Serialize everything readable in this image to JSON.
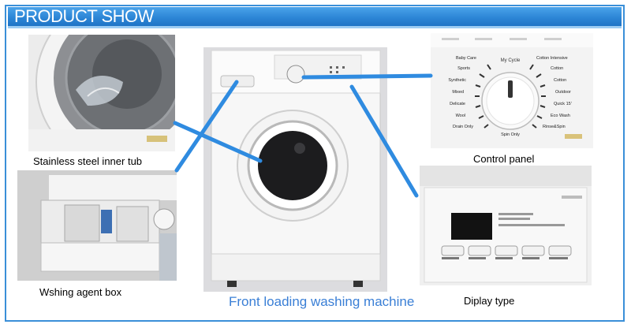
{
  "header": {
    "title": "PRODUCT SHOW"
  },
  "captions": {
    "inner_tub": "Stainless steel inner tub",
    "control_panel": "Control panel",
    "agent_box": "Wshing agent box",
    "display": "Diplay type",
    "main": "Front loading washing machine"
  },
  "dial": {
    "center_label": "My Cycle",
    "left_programs": [
      "Baby Care",
      "Sports",
      "Synthetic",
      "Mixed",
      "Delicate",
      "Wool",
      "Drain Only"
    ],
    "right_programs": [
      "Cotton Intensive",
      "Cotton",
      "Cotton",
      "Outdoor",
      "Quick 15'",
      "Eco Wash",
      "Rinse&Spin"
    ],
    "bottom_label": "Spin Only"
  },
  "colors": {
    "accent": "#2f8be0",
    "header": "#2d86d6"
  }
}
